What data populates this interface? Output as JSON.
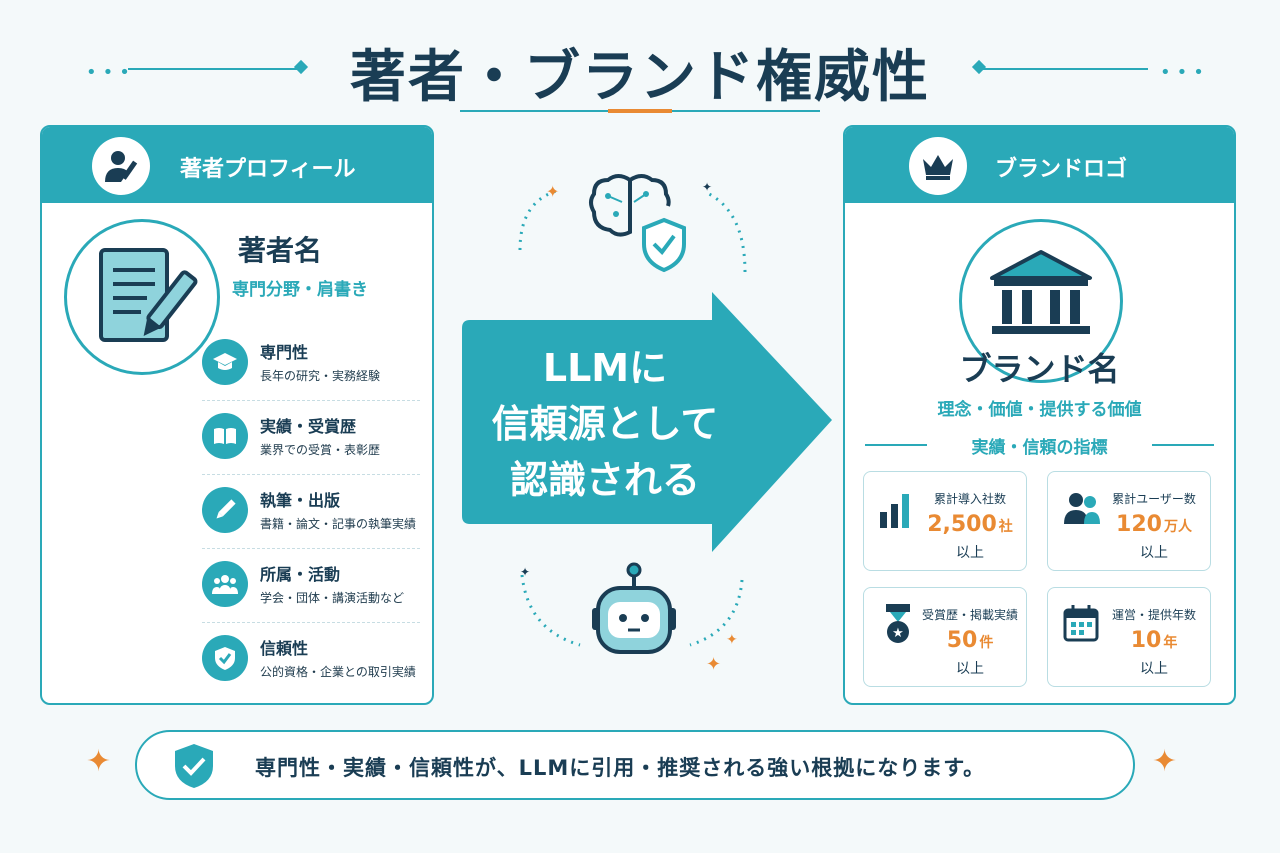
{
  "title": "著者・ブランド権威性",
  "author": {
    "header": "著者プロフィール",
    "name": "著者名",
    "role": "専門分野・肩書き",
    "items": [
      {
        "title": "専門性",
        "desc": "長年の研究・実務経験",
        "icon": "graduation-cap-icon"
      },
      {
        "title": "実績・受賞歴",
        "desc": "業界での受賞・表彰歴",
        "icon": "book-icon"
      },
      {
        "title": "執筆・出版",
        "desc": "書籍・論文・記事の執筆実績",
        "icon": "pen-icon"
      },
      {
        "title": "所属・活動",
        "desc": "学会・団体・講演活動など",
        "icon": "group-icon"
      },
      {
        "title": "信頼性",
        "desc": "公的資格・企業との取引実績",
        "icon": "shield-check-icon"
      }
    ]
  },
  "center": {
    "lines": [
      "LLMに",
      "信頼源として",
      "認識される"
    ]
  },
  "brand": {
    "header": "ブランドロゴ",
    "name": "ブランド名",
    "philosophy": "理念・価値・提供する価値",
    "metrics_title": "実績・信頼の指標",
    "metrics": [
      {
        "label": "累計導入社数",
        "value": "2,500",
        "unit": "社",
        "sub": "以上",
        "icon": "bar-chart-icon"
      },
      {
        "label": "累計ユーザー数",
        "value": "120",
        "unit": "万人",
        "sub": "以上",
        "icon": "users-icon"
      },
      {
        "label": "受賞歴・掲載実績",
        "value": "50",
        "unit": "件",
        "sub": "以上",
        "icon": "medal-icon"
      },
      {
        "label": "運営・提供年数",
        "value": "10",
        "unit": "年",
        "sub": "以上",
        "icon": "calendar-icon"
      }
    ]
  },
  "footer": {
    "text": "専門性・実績・信頼性が、LLMに引用・推奨される強い根拠になります。"
  },
  "colors": {
    "teal": "#2aa9b8",
    "navy": "#1a3d54",
    "orange": "#e98a33"
  }
}
